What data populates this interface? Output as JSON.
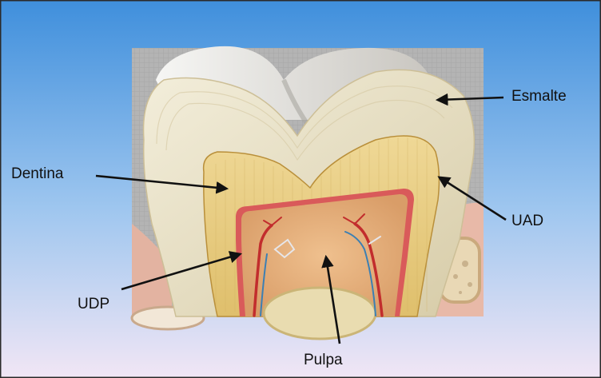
{
  "diagram": {
    "labels": {
      "esmalte": "Esmalte",
      "dentina": "Dentina",
      "uad": "UAD",
      "udp": "UDP",
      "pulpa": "Pulpa"
    },
    "colors": {
      "background_top": "#3f8fdc",
      "background_bottom": "#f1e6f5",
      "enamel": "#e4dcc0",
      "dentin": "#e8cd82",
      "pulp": "#e5b27d",
      "membrane": "#d95a5a",
      "gum": "#e8b9a8",
      "arrow": "#111111"
    }
  }
}
